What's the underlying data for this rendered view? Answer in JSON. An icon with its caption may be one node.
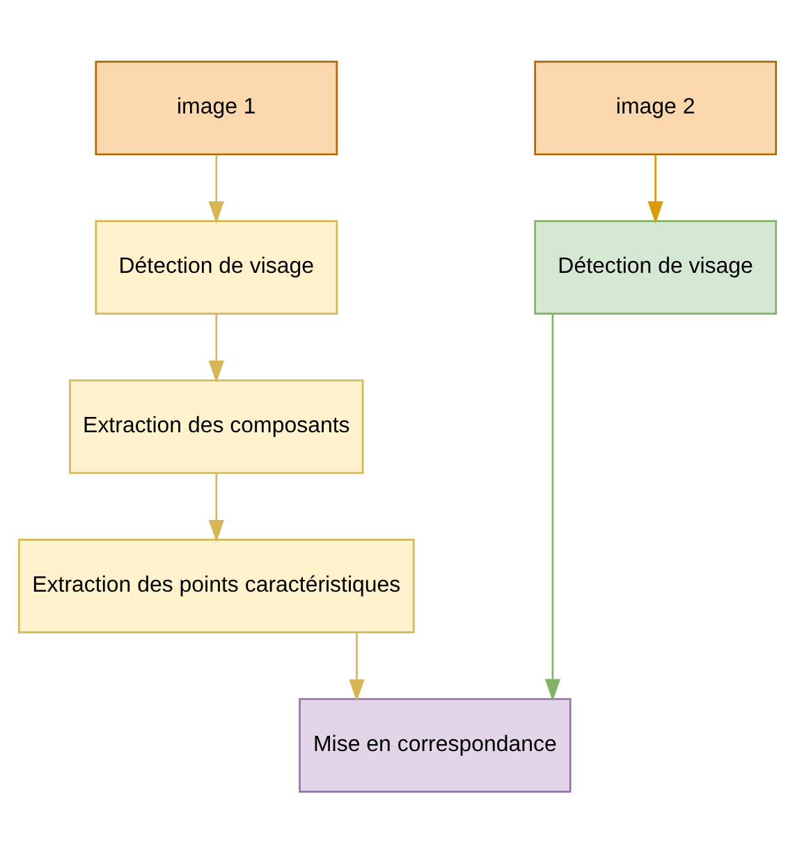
{
  "diagram": {
    "nodes": [
      {
        "text": [
          "image 1"
        ]
      },
      {
        "text": [
          "Détection de visage"
        ]
      },
      {
        "text": [
          "Extraction des composants"
        ]
      },
      {
        "text": [
          "Extraction des points caractéristiques"
        ]
      },
      {
        "text": [
          "image 2"
        ]
      },
      {
        "text": [
          "Détection de visage"
        ]
      },
      {
        "text": [
          "Mise en correspondance"
        ]
      }
    ],
    "edges": [
      {
        "from": 0,
        "to": 1,
        "arrow": "to"
      },
      {
        "from": 1,
        "to": 2,
        "arrow": "to"
      },
      {
        "from": 2,
        "to": 3,
        "arrow": "to"
      },
      {
        "from": 3,
        "to": 6,
        "arrow": "to"
      },
      {
        "from": 4,
        "to": 5,
        "arrow": "to",
        "color": "#d79b00"
      },
      {
        "from": 5,
        "to": 6,
        "arrow": "to",
        "color": "#82b366"
      }
    ]
  }
}
